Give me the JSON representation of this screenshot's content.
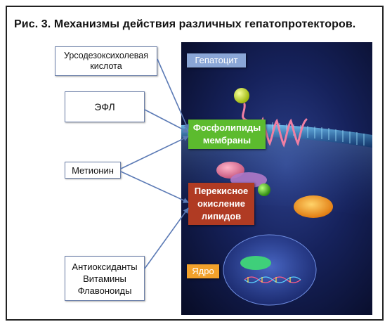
{
  "title": "Рис. 3. Механизмы действия различных гепатопротекторов.",
  "left_boxes": {
    "udca": "Урсодезоксихолевая\nкислота",
    "efl": "ЭФЛ",
    "methionine": "Метионин",
    "antioxidants": "Антиоксиданты\nВитамины\nФлавоноиды"
  },
  "cell_labels": {
    "hepatocyte": "Гепатоцит",
    "phospholipids": "Фосфолипиды\nмембраны",
    "peroxidation": "Перекисное\nокисление\nлипидов",
    "nucleus": "Ядро"
  },
  "colors": {
    "hepatocyte_label": "#8aa6d6",
    "phospholipids_label": "#5cbb2e",
    "peroxidation_label": "#b03b23",
    "nucleus_label": "#f2a12b",
    "arrow": "#5b7ab5"
  }
}
